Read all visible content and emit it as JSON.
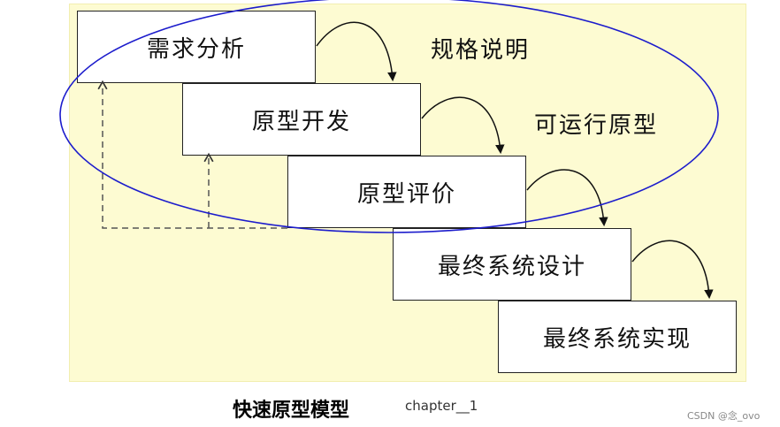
{
  "stages": [
    {
      "label": "需求分析"
    },
    {
      "label": "原型开发"
    },
    {
      "label": "原型评价"
    },
    {
      "label": "最终系统设计"
    },
    {
      "label": "最终系统实现"
    }
  ],
  "outputs": {
    "spec": "规格说明",
    "prototype": "可运行原型"
  },
  "caption": "快速原型模型",
  "chapter": "chapter__1",
  "watermark": "CSDN @念_ovo",
  "colors": {
    "background": "#fdfbd2",
    "ellipse": "#1c1ccc",
    "box_border": "#222222"
  }
}
